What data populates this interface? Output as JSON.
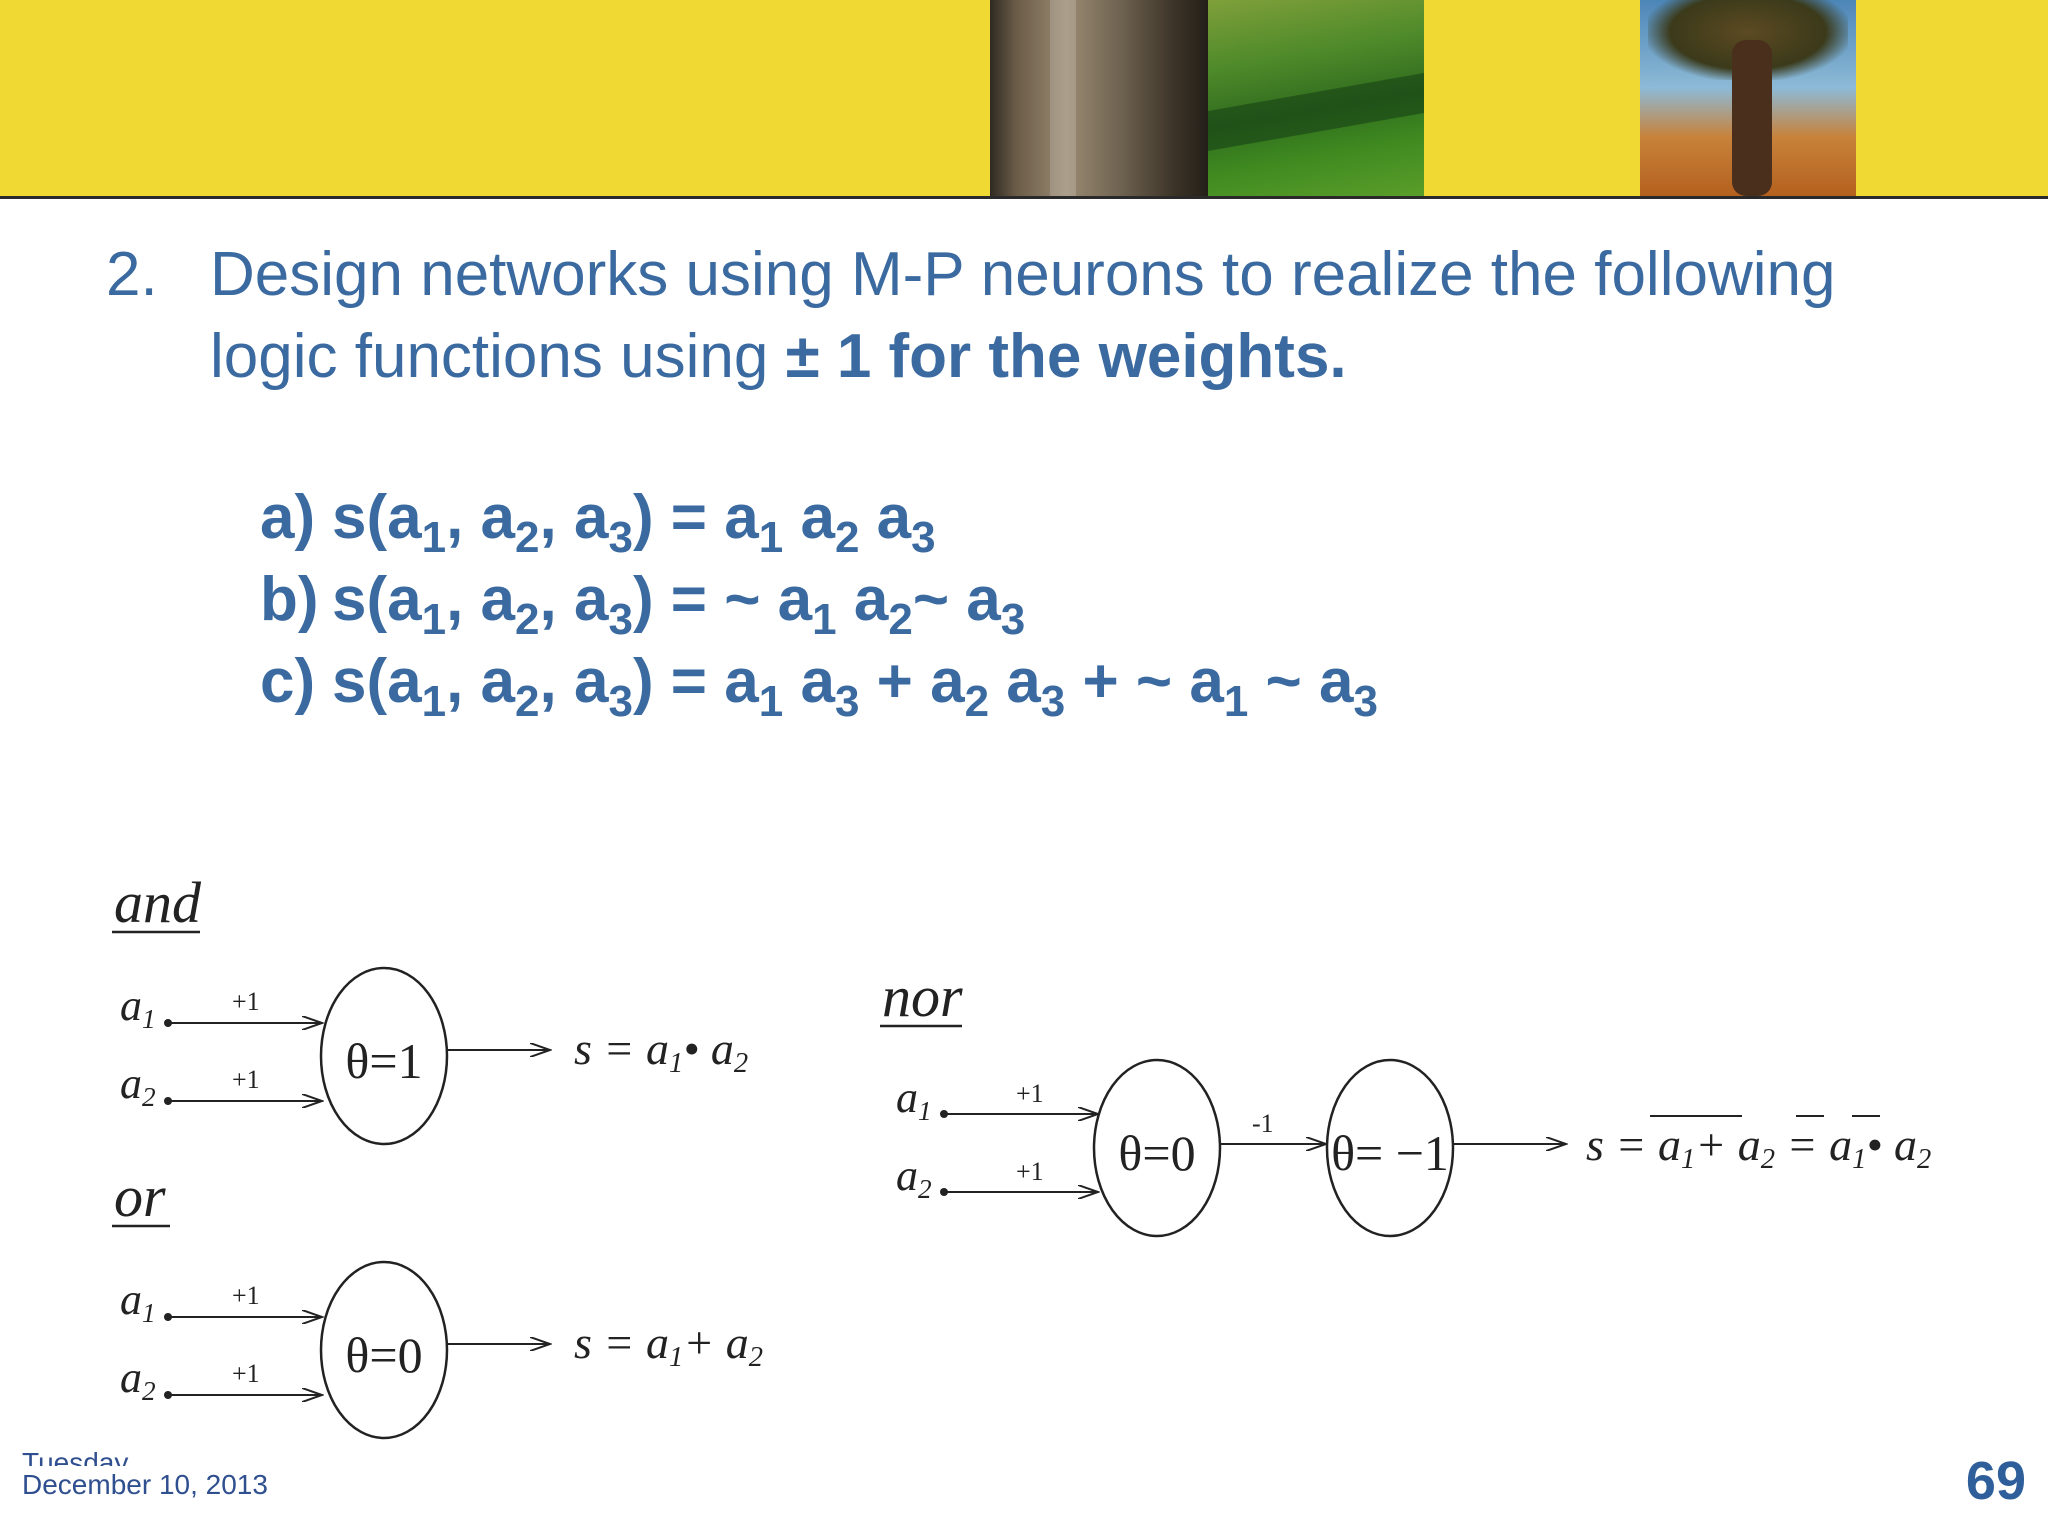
{
  "title": {
    "number": "2.",
    "text_plain": "Design networks using M-P neurons to realize the following logic functions using ",
    "text_bold": "± 1 for the weights."
  },
  "functions": [
    {
      "label": "a)",
      "expr": "s(a1, a2, a3) = a1 a2 a3"
    },
    {
      "label": "b)",
      "expr": "s(a1, a2, a3) = ~ a1 a2~ a3"
    },
    {
      "label": "c)",
      "expr": "s(a1, a2, a3) =  a1 a3 +  a2 a3 + ~ a1 ~ a3"
    }
  ],
  "diagrams": {
    "and": {
      "title": "and",
      "in1": "a1",
      "in2": "a2",
      "w1": "+1",
      "w2": "+1",
      "theta": "θ=1",
      "output": "s = a1• a2"
    },
    "or": {
      "title": "or",
      "in1": "a1",
      "in2": "a2",
      "w1": "+1",
      "w2": "+1",
      "theta": "θ=0",
      "output": "s = a1+ a2"
    },
    "nor": {
      "title": "nor",
      "in1": "a1",
      "in2": "a2",
      "w1": "+1",
      "w2": "+1",
      "theta1": "θ=0",
      "w_mid": "-1",
      "theta2": "θ= −1",
      "output": "s = a1+ a2 = a1• a2"
    }
  },
  "footer": {
    "date_line1": "Tuesday,",
    "date_line2": "December 10, 2013",
    "page": "69"
  },
  "colors": {
    "band": "#efd932",
    "title": "#3b6aa0",
    "ink": "#222222"
  }
}
